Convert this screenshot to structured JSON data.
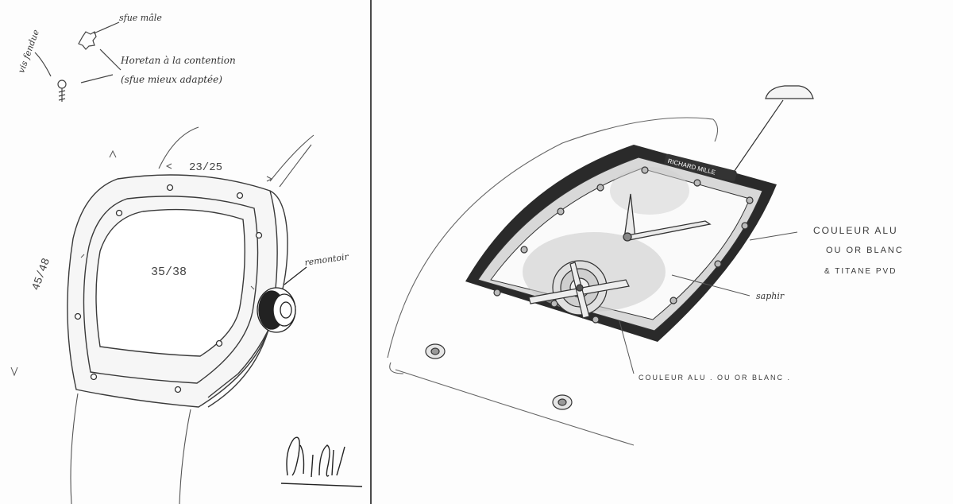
{
  "left_sketch": {
    "notes": {
      "screw_top": "sfue mâle",
      "screw_left": "vis fendue",
      "screw_main_line1": "Horetan à la contention",
      "screw_main_line2": "(sfue mieux adaptée)",
      "crown": "remontoir"
    },
    "dimensions": {
      "width": "23/25",
      "dial": "35/38",
      "height": "45/48"
    }
  },
  "right_sketch": {
    "brand_plate": "RICHARD MILLE",
    "notes": {
      "bezel_line1": "COULEUR ALU",
      "bezel_line2": "OU OR BLANC",
      "bezel_line3": "& TITANE PVD",
      "crystal": "saphir",
      "bridge": "COULEUR ALU . OU OR BLANC ."
    }
  },
  "colors": {
    "pencil": "#3a3a3a",
    "paper": "#fdfdfd",
    "divider": "#4a4a4a"
  }
}
